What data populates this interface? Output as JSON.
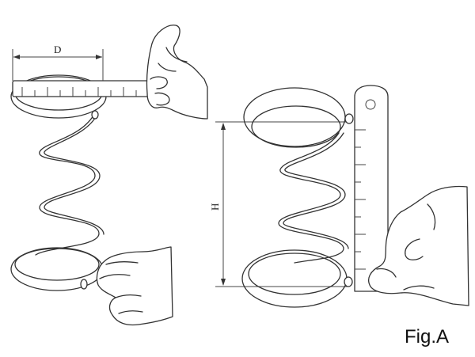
{
  "caption": "Fig.A",
  "dimensions": {
    "diameter_label": "D",
    "height_label": "H"
  },
  "colors": {
    "line": "#333333",
    "background": "#ffffff"
  }
}
